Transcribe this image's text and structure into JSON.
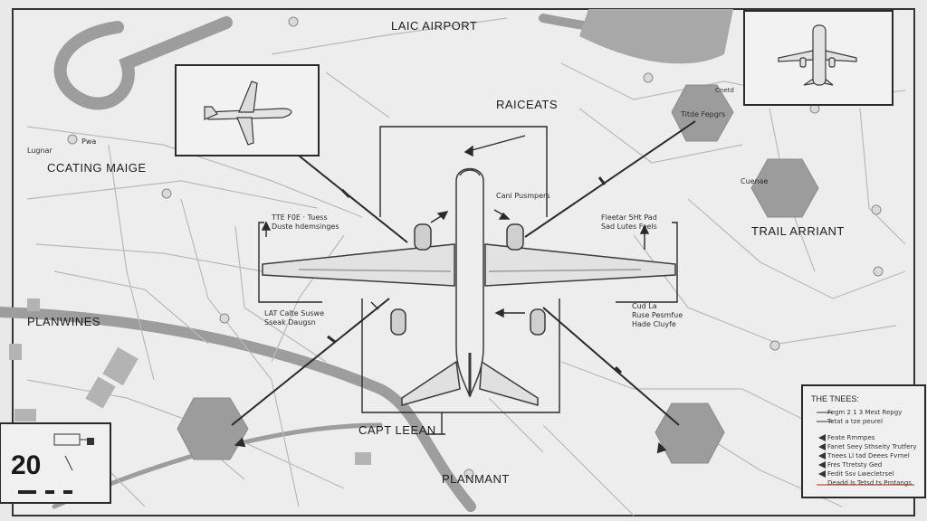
{
  "labels": {
    "airport": "LAIC AIRPORT",
    "raicats": "RAICEATS",
    "coating": "CCATING MAIGE",
    "trail": "TRAIL ARRIANT",
    "planwines": "PLANWINES",
    "capt": "CAPT LEEAN",
    "planmant": "PLANMANT",
    "logo": "Lugnar",
    "poi": "Pwa",
    "center_box": "Cani Pusmpers",
    "note_left_top": [
      "TTE F0E · Tuess",
      "Duste hdemsinges"
    ],
    "note_left_bottom": [
      "LAT Calte Suswe",
      "Sseak Daugsn"
    ],
    "note_right_top": [
      "Fleetar 5Ht Pad",
      "Sad Lutes Faels"
    ],
    "note_right_bottom": [
      "Cud La",
      "Ruse Pesmfue",
      "Hade Cluyfe"
    ],
    "hex_tr_title": "Cnetd",
    "hex_tr_label": "Titde Fepgrs",
    "hex_right_label": "Cuenae",
    "scale_number": "20"
  },
  "legend": {
    "title": "THE TNEES:",
    "rows": [
      "Fegm 2 1 3 Mest Repgy",
      "Tetat a tze peurel",
      "Feate Rmmpes",
      "Fanet Seey Sthseity Trutfery",
      "Tnees Ll tad Deees Fvrnel",
      "Fres Ttretsty Ged",
      "Fedit Ssv Lwecletrsel",
      "Deadd Is Tetsd ts Prntangs"
    ]
  },
  "colors": {
    "background": "#e9e9e9",
    "line": "#2a2a2a",
    "hexagon": "#9a9a9a",
    "accent": "#c44a3a"
  }
}
